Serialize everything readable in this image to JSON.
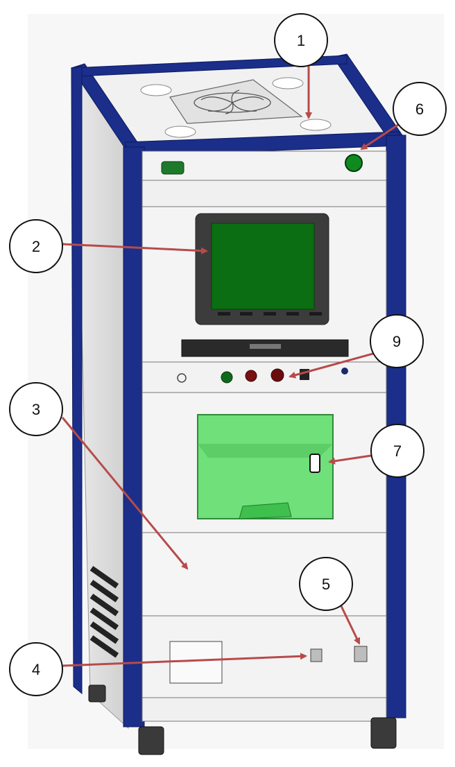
{
  "callouts": [
    {
      "id": "1",
      "label": "1"
    },
    {
      "id": "2",
      "label": "2"
    },
    {
      "id": "3",
      "label": "3"
    },
    {
      "id": "4",
      "label": "4"
    },
    {
      "id": "5",
      "label": "5"
    },
    {
      "id": "6",
      "label": "6"
    },
    {
      "id": "7",
      "label": "7"
    },
    {
      "id": "9",
      "label": "9"
    }
  ],
  "colors": {
    "frame": "#1b2e8a",
    "panel": "#f3f3f3",
    "side": "#dcdcdc",
    "screen": "#0b6e12",
    "window": "#6fe07a",
    "arrow": "#b84a4a"
  },
  "icons": [
    "fan-icon",
    "screen-icon",
    "button-icon",
    "handle-icon",
    "foot-icon"
  ]
}
